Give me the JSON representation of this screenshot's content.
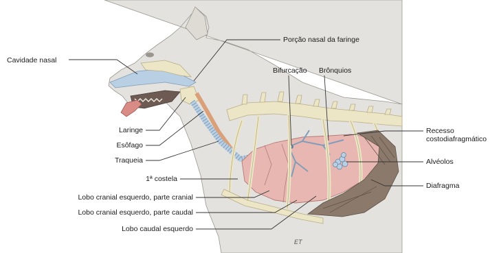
{
  "labels": {
    "cavidade_nasal": "Cavidade nasal",
    "porcao_nasal_faringe": "Porção nasal da faringe",
    "bifurcacao": "Bifurcação",
    "bronquios": "Brônquios",
    "laringe": "Laringe",
    "esofago": "Esôfago",
    "traqueia": "Traqueia",
    "primeira_costela": "1ª costela",
    "lobo_cranial_cranial": "Lobo cranial esquerdo, parte cranial",
    "lobo_cranial_caudal": "Lobo cranial esquerdo, parte caudal",
    "lobo_caudal": "Lobo caudal esquerdo",
    "recesso_1": "Recesso",
    "recesso_2": "costodiafragmático",
    "alveolos": "Alvéolos",
    "diafragma": "Diafragma",
    "signature": "ET"
  },
  "colors": {
    "body_fill": "#e4e2de",
    "airway": "#b9cfe3",
    "lung": "#e9b7b2",
    "bone": "#ece6c7",
    "diaphragm": "#8b7a6c",
    "line": "#333333"
  }
}
